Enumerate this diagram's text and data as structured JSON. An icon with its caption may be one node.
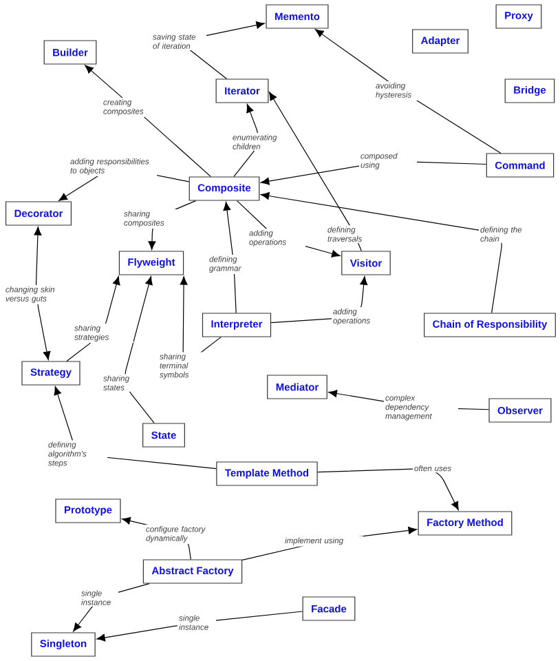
{
  "diagram": {
    "nodes": [
      {
        "text": [
          "Memento"
        ]
      },
      {
        "text": [
          "Proxy"
        ]
      },
      {
        "text": [
          "Adapter"
        ]
      },
      {
        "text": [
          "Builder"
        ]
      },
      {
        "text": [
          "Iterator"
        ]
      },
      {
        "text": [
          "Bridge"
        ]
      },
      {
        "text": [
          "Command"
        ]
      },
      {
        "text": [
          "Composite"
        ]
      },
      {
        "text": [
          "Decorator"
        ]
      },
      {
        "text": [
          "Flyweight"
        ]
      },
      {
        "text": [
          "Visitor"
        ]
      },
      {
        "text": [
          "Interpreter"
        ]
      },
      {
        "text": [
          "Chain of Responsibility"
        ]
      },
      {
        "text": [
          "Strategy"
        ]
      },
      {
        "text": [
          "Mediator"
        ]
      },
      {
        "text": [
          "Observer"
        ]
      },
      {
        "text": [
          "State"
        ]
      },
      {
        "text": [
          "Template Method"
        ]
      },
      {
        "text": [
          "Prototype"
        ]
      },
      {
        "text": [
          "Factory Method"
        ]
      },
      {
        "text": [
          "Abstract Factory"
        ]
      },
      {
        "text": [
          "Facade"
        ]
      },
      {
        "text": [
          "Singleton"
        ]
      }
    ],
    "edges": [
      {
        "from": 4,
        "to": 0,
        "arrow": "to",
        "label": "saving state of iteration"
      },
      {
        "from": 7,
        "to": 3,
        "arrow": "to",
        "label": "creating composites"
      },
      {
        "from": 7,
        "to": 4,
        "arrow": "to",
        "label": "enumerating children"
      },
      {
        "from": 6,
        "to": 0,
        "arrow": "to",
        "label": "avoiding hysteresis"
      },
      {
        "from": 6,
        "to": 7,
        "arrow": "to",
        "label": "composed using"
      },
      {
        "from": 7,
        "to": 8,
        "arrow": "to",
        "label": "adding responsibilities to objects"
      },
      {
        "from": 12,
        "to": 7,
        "arrow": "to",
        "label": "defining the chain"
      },
      {
        "from": 10,
        "to": 4,
        "arrow": "to",
        "label": "defining traversals"
      },
      {
        "from": 7,
        "to": 9,
        "arrow": "to",
        "label": "sharing composites"
      },
      {
        "from": 7,
        "to": 10,
        "arrow": "to",
        "label": "adding operations"
      },
      {
        "from": 11,
        "to": 7,
        "arrow": "to",
        "label": "defining grammar"
      },
      {
        "from": 11,
        "to": 10,
        "arrow": "to",
        "label": "adding operations"
      },
      {
        "from": 8,
        "to": 13,
        "arrow": "both",
        "label": "changing skin versus guts"
      },
      {
        "from": 13,
        "to": 9,
        "arrow": "to",
        "label": "sharing strategies"
      },
      {
        "from": 11,
        "to": 9,
        "arrow": "to",
        "label": "sharing terminal symbols"
      },
      {
        "from": 16,
        "to": 9,
        "arrow": "to",
        "label": "sharing states"
      },
      {
        "from": 15,
        "to": 14,
        "arrow": "to",
        "label": "complex dependency management"
      },
      {
        "from": 17,
        "to": 13,
        "arrow": "to",
        "label": "defining algorithm's steps"
      },
      {
        "from": 17,
        "to": 19,
        "arrow": "to",
        "label": "often uses"
      },
      {
        "from": 20,
        "to": 18,
        "arrow": "to",
        "label": "configure factory dynamically"
      },
      {
        "from": 20,
        "to": 19,
        "arrow": "to",
        "label": "implement using"
      },
      {
        "from": 20,
        "to": 22,
        "arrow": "to",
        "label": "single instance"
      },
      {
        "from": 21,
        "to": 22,
        "arrow": "to",
        "label": "single instance"
      }
    ]
  }
}
